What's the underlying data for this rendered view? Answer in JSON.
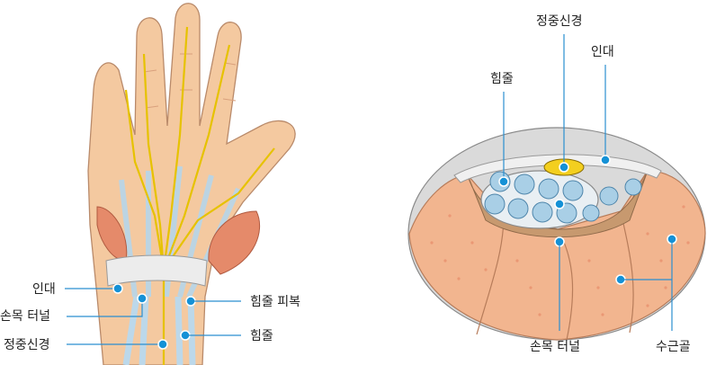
{
  "hand_diagram": {
    "labels": {
      "ligament": "인대",
      "carpal_tunnel": "손목 터널",
      "median_nerve": "정중신경",
      "tendon_sheath": "힘줄 피복",
      "tendon": "힘줄"
    }
  },
  "cross_section_diagram": {
    "labels": {
      "median_nerve": "정중신경",
      "ligament": "인대",
      "tendon": "힘줄",
      "carpal_tunnel": "손목 터널",
      "carpal_bones": "수근골"
    }
  },
  "colors": {
    "leader_line": "#2a8fd0",
    "marker_dot": "#1591d6",
    "skin": "#f4c9a0",
    "nerve": "#e6c200",
    "bone": "#f2b58f",
    "tendon": "#a9cfe6"
  }
}
